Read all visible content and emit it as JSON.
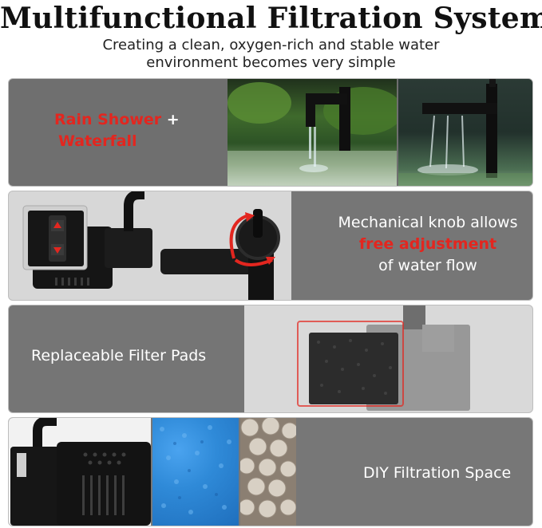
{
  "header": {
    "title": "Multifunctional Filtration System",
    "subtitle_line1": "Creating a clean, oxygen-rich and stable water",
    "subtitle_line2": "environment becomes very simple"
  },
  "panel_shower": {
    "label_red1": "Rain Shower",
    "label_plus": " +",
    "label_red2": "Waterfall"
  },
  "panel_knob": {
    "line1": "Mechanical knob allows",
    "line2": "free adjustment",
    "line3": "of water flow"
  },
  "panel_pads": {
    "label": "Replaceable Filter Pads"
  },
  "panel_diy": {
    "label": "DIY Filtration Space"
  },
  "colors": {
    "panel_gray": "#747474",
    "accent_red": "#e3261f",
    "sponge_blue": "#2f8ad8"
  }
}
